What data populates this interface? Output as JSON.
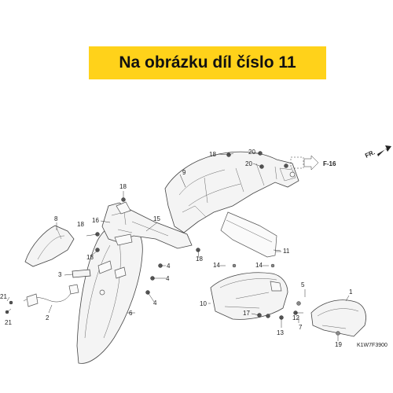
{
  "banner": {
    "text": "Na obrázku díl číslo 11",
    "color": "#ffd21a"
  },
  "diagram": {
    "reference_arrow": "F-16",
    "direction_label": "FR.",
    "diagram_code": "K1W7F3900",
    "callouts": {
      "c1": "1",
      "c2": "2",
      "c3": "3",
      "c4a": "4",
      "c4b": "4",
      "c4c": "4",
      "c5": "5",
      "c6": "6",
      "c7": "7",
      "c8": "8",
      "c9": "9",
      "c10": "10",
      "c11": "11",
      "c12": "12",
      "c13": "13",
      "c14a": "14",
      "c14b": "14",
      "c15": "15",
      "c16": "16",
      "c17": "17",
      "c18a": "18",
      "c18b": "18",
      "c18c": "18",
      "c18d": "18",
      "c18e": "18",
      "c19": "19",
      "c20a": "20",
      "c20b": "20",
      "c21a": "21",
      "c21b": "21"
    }
  }
}
